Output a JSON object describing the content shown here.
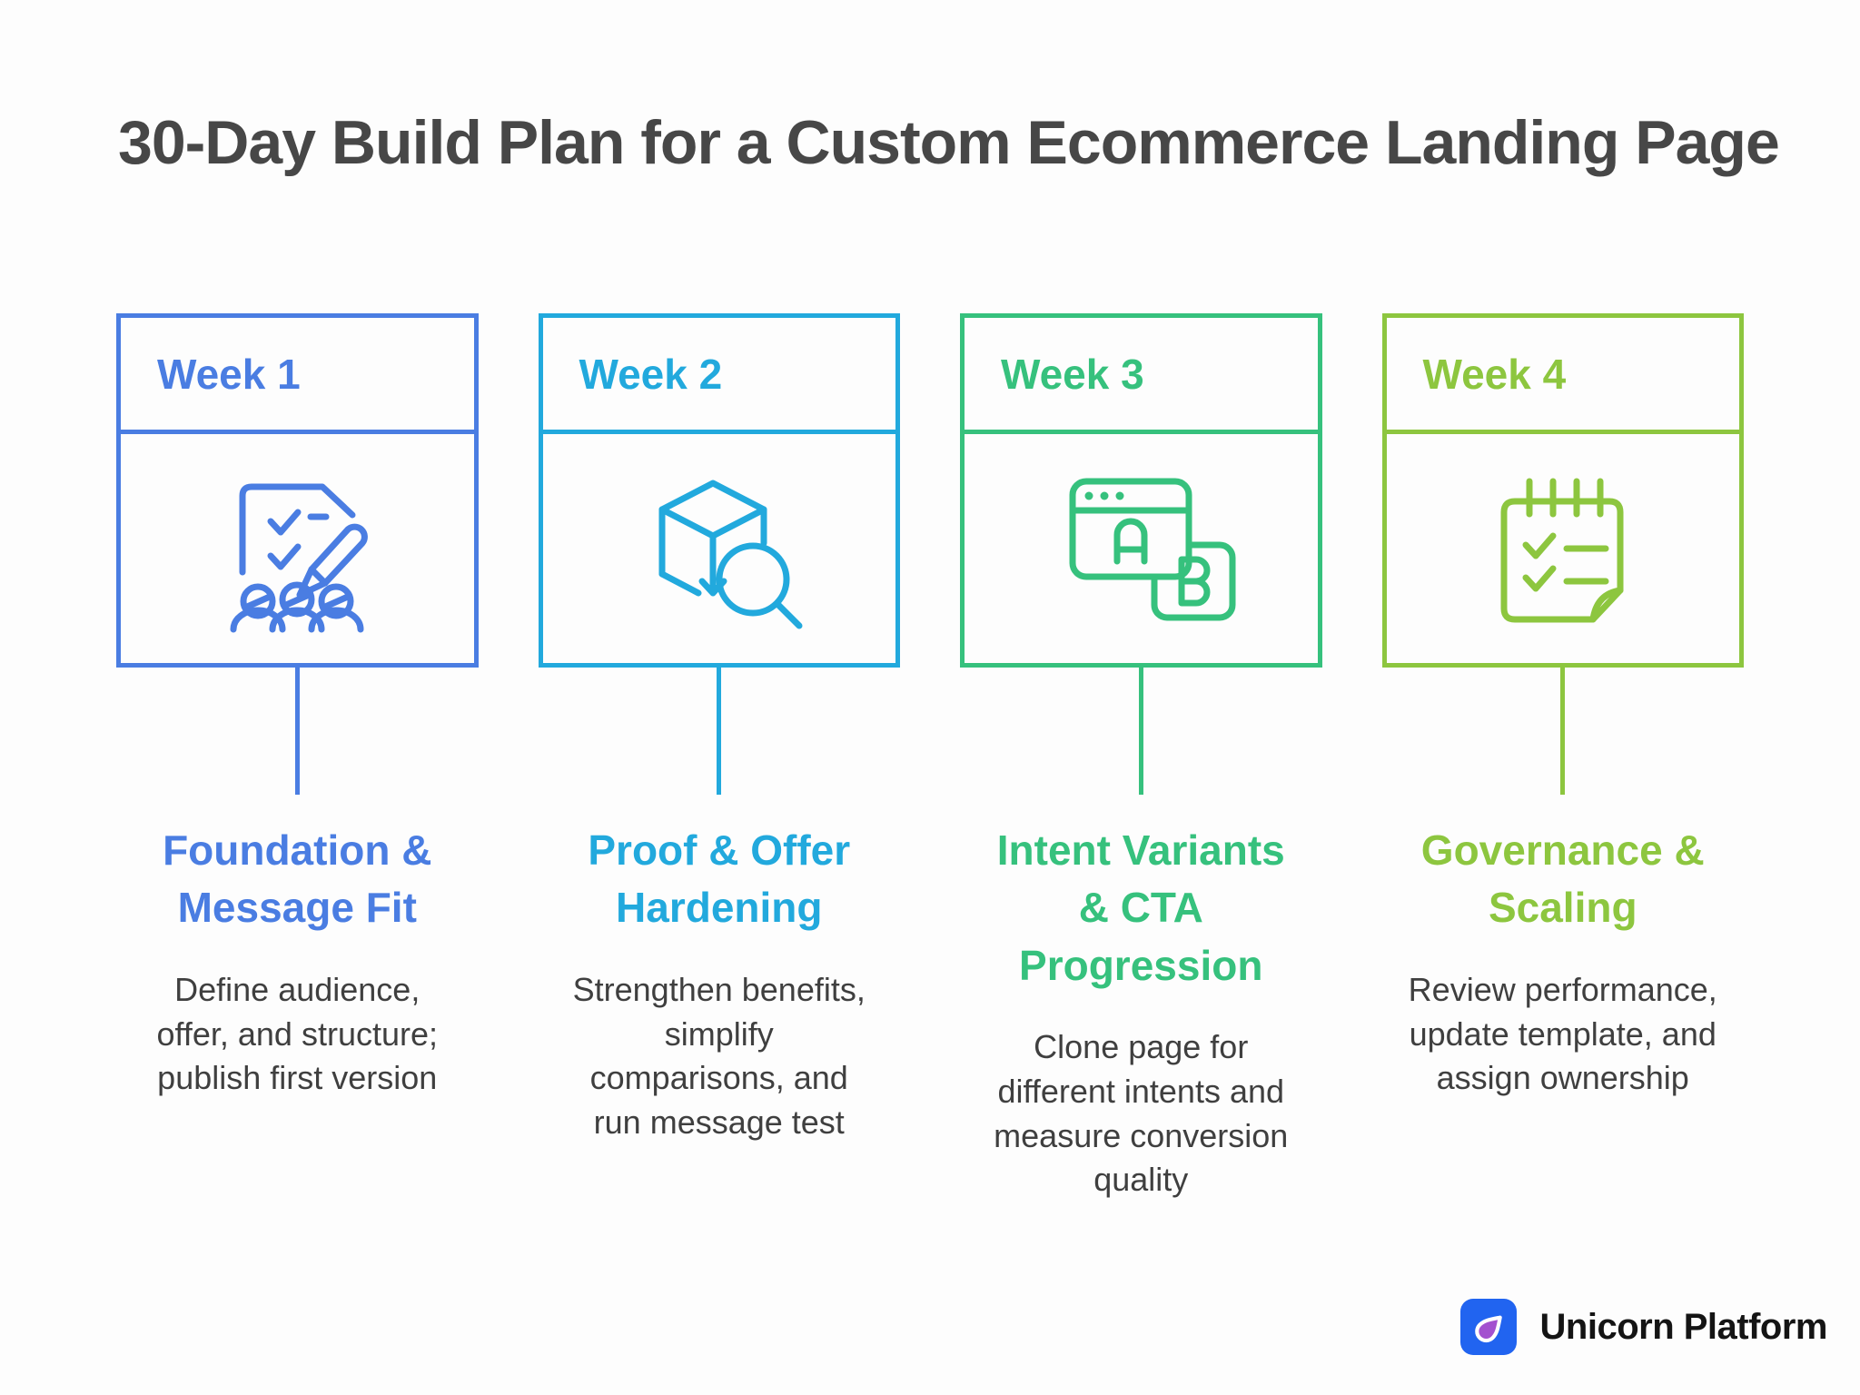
{
  "title": "30-Day Build Plan for a Custom Ecommerce Landing Page",
  "weeks": [
    {
      "label": "Week 1",
      "heading": "Foundation &\nMessage Fit",
      "description": "Define audience,\noffer, and structure;\npublish first version",
      "color": "#4a7de2",
      "icon": "checklist-people-icon"
    },
    {
      "label": "Week 2",
      "heading": "Proof & Offer\nHardening",
      "description": "Strengthen benefits,\nsimplify\ncomparisons, and\nrun message test",
      "color": "#22a9dd",
      "icon": "cube-search-icon"
    },
    {
      "label": "Week 3",
      "heading": "Intent Variants\n& CTA\nProgression",
      "description": "Clone page for\ndifferent intents and\nmeasure conversion\nquality",
      "color": "#36c17d",
      "icon": "ab-test-icon"
    },
    {
      "label": "Week 4",
      "heading": "Governance &\nScaling",
      "description": "Review performance,\nupdate template, and\nassign ownership",
      "color": "#8dc63f",
      "icon": "notepad-checklist-icon"
    }
  ],
  "footer": {
    "brand": "Unicorn Platform",
    "logo_icon": "unicorn-drop-icon",
    "logo_bg": "#2164f0",
    "logo_drop": "#a351cf"
  },
  "colors": {
    "title_text": "#474747",
    "body_text": "#3f3f3f",
    "background": "#fdfdfd"
  }
}
